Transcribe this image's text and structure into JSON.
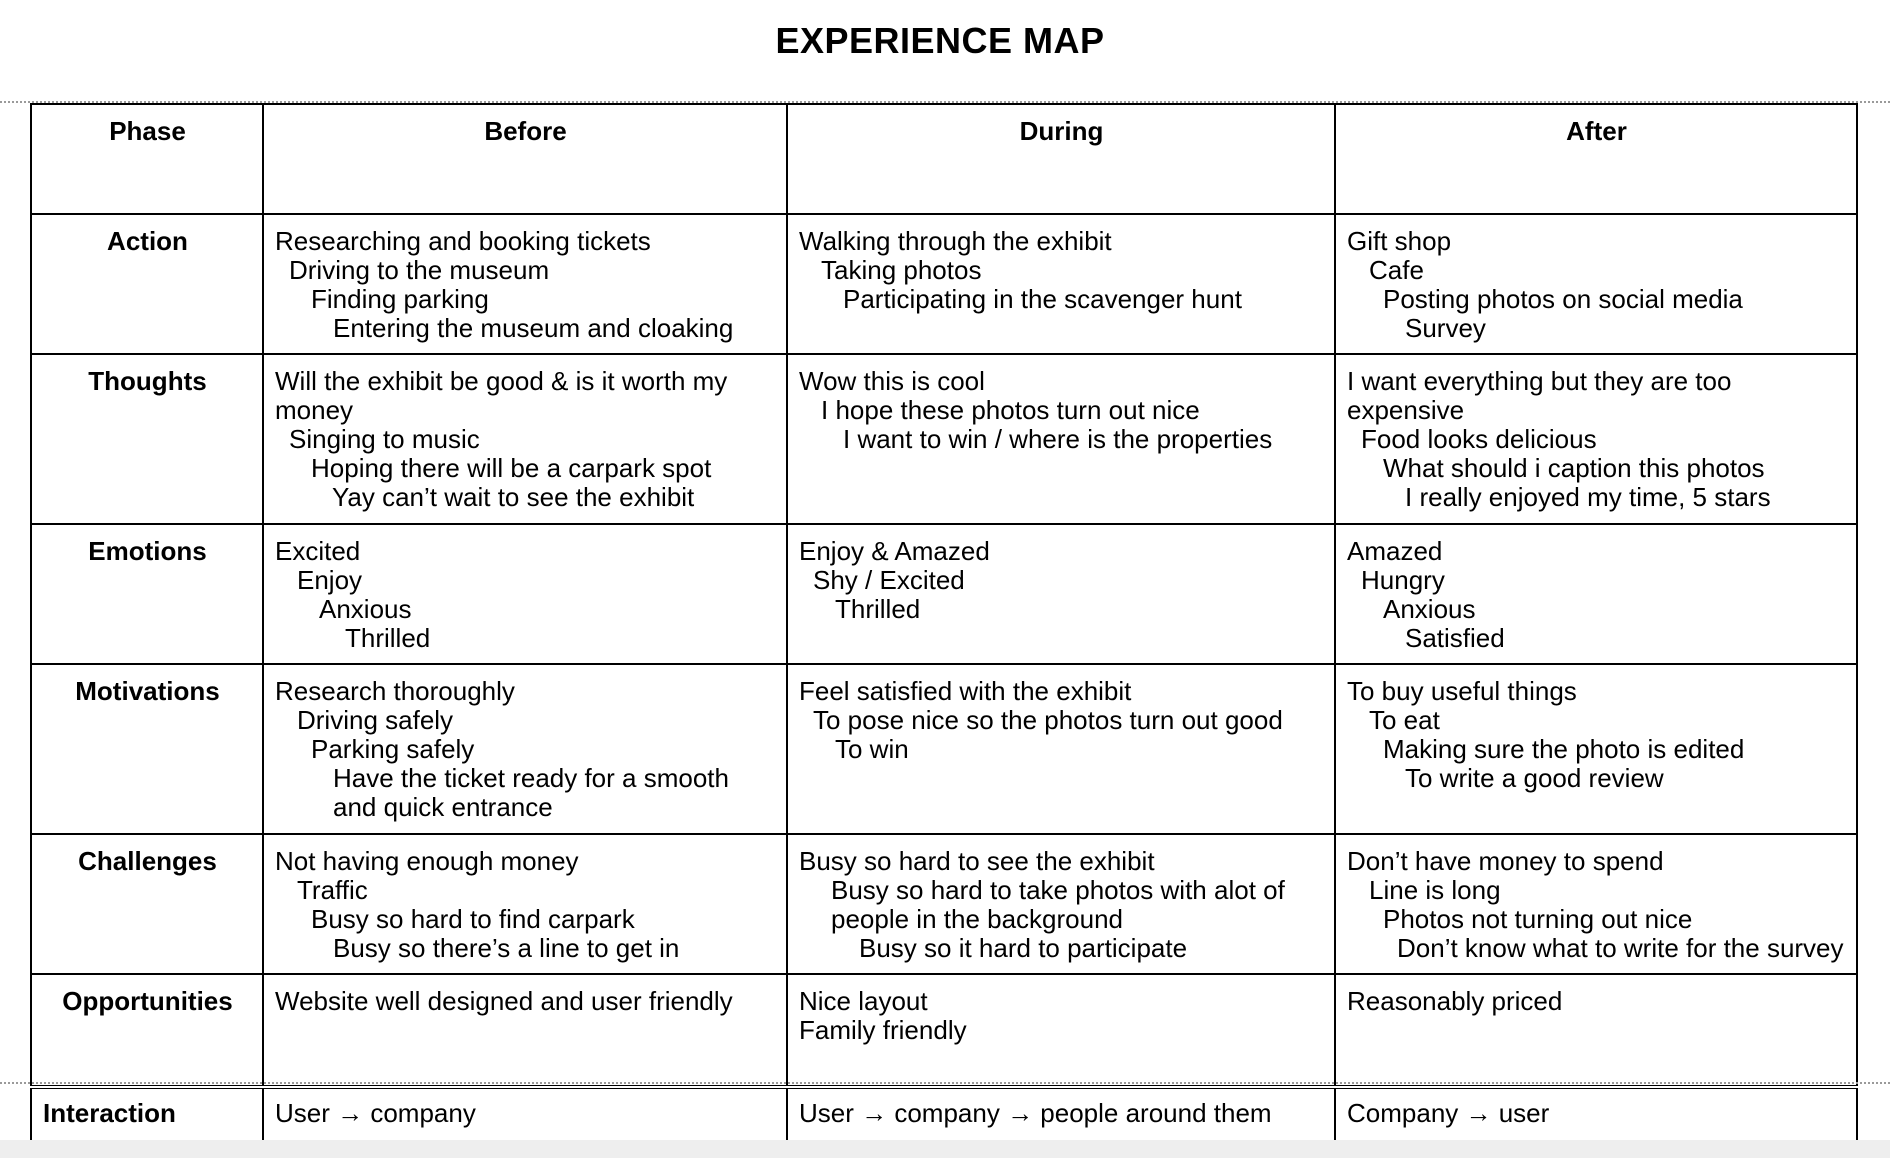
{
  "title": "EXPERIENCE MAP",
  "phase_label": "Phase",
  "phases": [
    "Before",
    "During",
    "After"
  ],
  "rows": {
    "action": {
      "label": "Action",
      "before": [
        "Researching and booking tickets",
        "Driving to the museum",
        "Finding parking",
        "Entering the museum and cloaking"
      ],
      "during": [
        "Walking through the exhibit",
        "Taking photos",
        "Participating in the scavenger hunt"
      ],
      "after": [
        "Gift shop",
        "Cafe",
        "Posting photos on social media",
        "Survey"
      ]
    },
    "thoughts": {
      "label": "Thoughts",
      "before": [
        "Will the exhibit be good & is it worth my money",
        "Singing to music",
        "Hoping there will be a carpark spot",
        "Yay can’t wait to see the exhibit"
      ],
      "during": [
        "Wow this is cool",
        "I hope these photos turn out nice",
        "I want to win / where is the properties"
      ],
      "after": [
        "I want everything but they are too expensive",
        "Food looks delicious",
        "What should i caption this photos",
        "I really enjoyed my time, 5 stars"
      ]
    },
    "emotions": {
      "label": "Emotions",
      "before": [
        "Excited",
        "Enjoy",
        "Anxious",
        "Thrilled"
      ],
      "during": [
        "Enjoy & Amazed",
        "Shy / Excited",
        "Thrilled"
      ],
      "after": [
        "Amazed",
        "Hungry",
        "Anxious",
        "Satisfied"
      ]
    },
    "motivations": {
      "label": "Motivations",
      "before": [
        "Research thoroughly",
        "Driving safely",
        "Parking safely",
        "Have the ticket ready for a smooth",
        "and quick entrance"
      ],
      "during": [
        "Feel satisfied with the exhibit",
        "To pose nice so the photos turn out good",
        "To win"
      ],
      "after": [
        "To buy useful things",
        "To eat",
        "Making sure the photo is edited",
        "To write a good review"
      ]
    },
    "challenges": {
      "label": "Challenges",
      "before": [
        "Not having enough money",
        "Traffic",
        "Busy so hard to find carpark",
        "Busy so there’s a line to get in"
      ],
      "during": [
        "Busy so hard to see the exhibit",
        "Busy so hard to take photos with alot of",
        "people in the background",
        "Busy so it hard to participate"
      ],
      "after": [
        "Don’t have money to spend",
        "Line is long",
        "Photos not turning out nice",
        "Don’t know what to write for the survey"
      ]
    },
    "opportunities": {
      "label": "Opportunities",
      "before": [
        "Website well designed and user friendly"
      ],
      "during": [
        "Nice layout",
        "Family friendly"
      ],
      "after": [
        "Reasonably priced"
      ]
    },
    "interaction": {
      "label": "Interaction",
      "before": [
        "User → company"
      ],
      "during": [
        "User → company → people around them"
      ],
      "after": [
        "Company → user"
      ]
    }
  }
}
